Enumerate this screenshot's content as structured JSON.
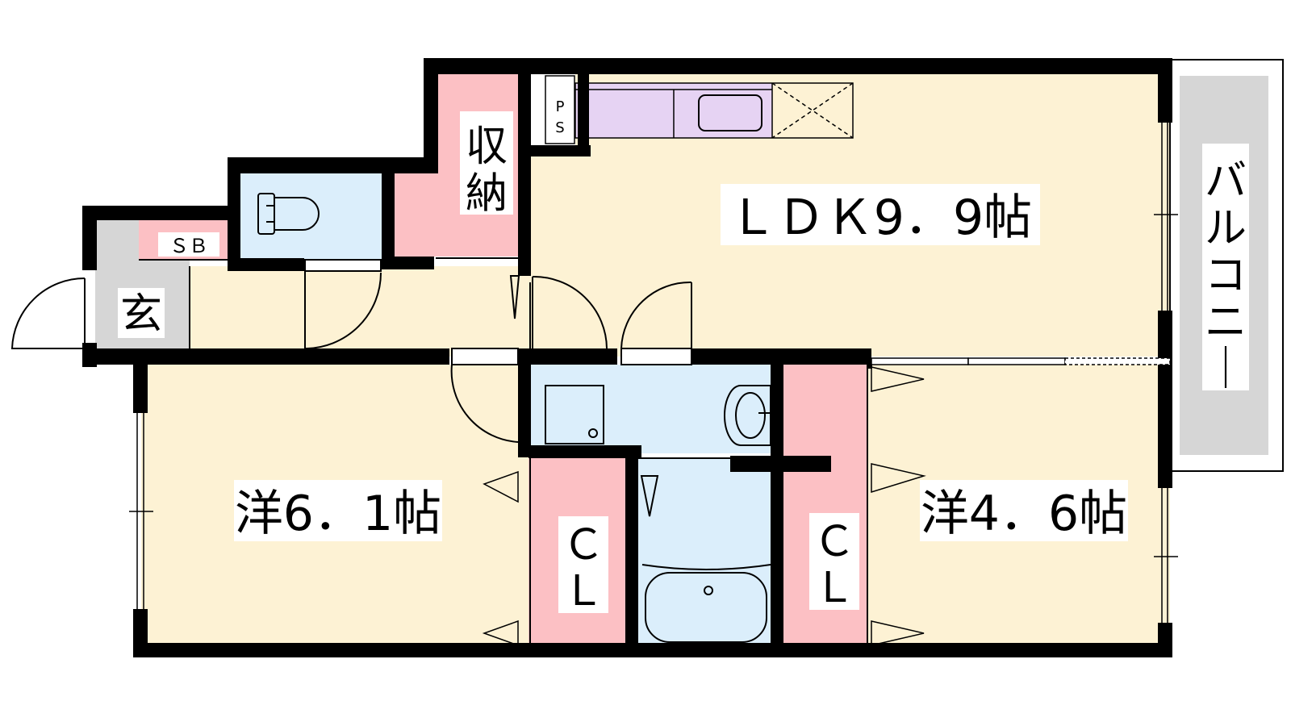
{
  "colors": {
    "room_floor": "#fdf2d4",
    "storage": "#fcc0c4",
    "water_area": "#dbeefb",
    "entrance_floor": "#d6d6d6",
    "kitchen_counter": "#e6d3f3",
    "balcony": "#d6d6d6",
    "wall": "#000000"
  },
  "rooms": {
    "ldk": "ＬＤＫ9．9帖",
    "western_large": "洋6．1帖",
    "western_small": "洋4．6帖",
    "storage_top": "収納",
    "closet_left": [
      "Ｃ",
      "Ｌ"
    ],
    "closet_right": [
      "Ｃ",
      "Ｌ"
    ],
    "entrance": "玄",
    "shoe_box": "ＳＢ",
    "pipe_space": [
      "P",
      "S"
    ],
    "balcony": "バルコニー"
  },
  "icons": {
    "toilet": "toilet-icon",
    "kitchen_sink": "kitchen-sink-icon",
    "washbasin": "washbasin-icon",
    "bathtub": "bathtub-icon",
    "washing_machine": "washing-machine-pan-icon"
  }
}
